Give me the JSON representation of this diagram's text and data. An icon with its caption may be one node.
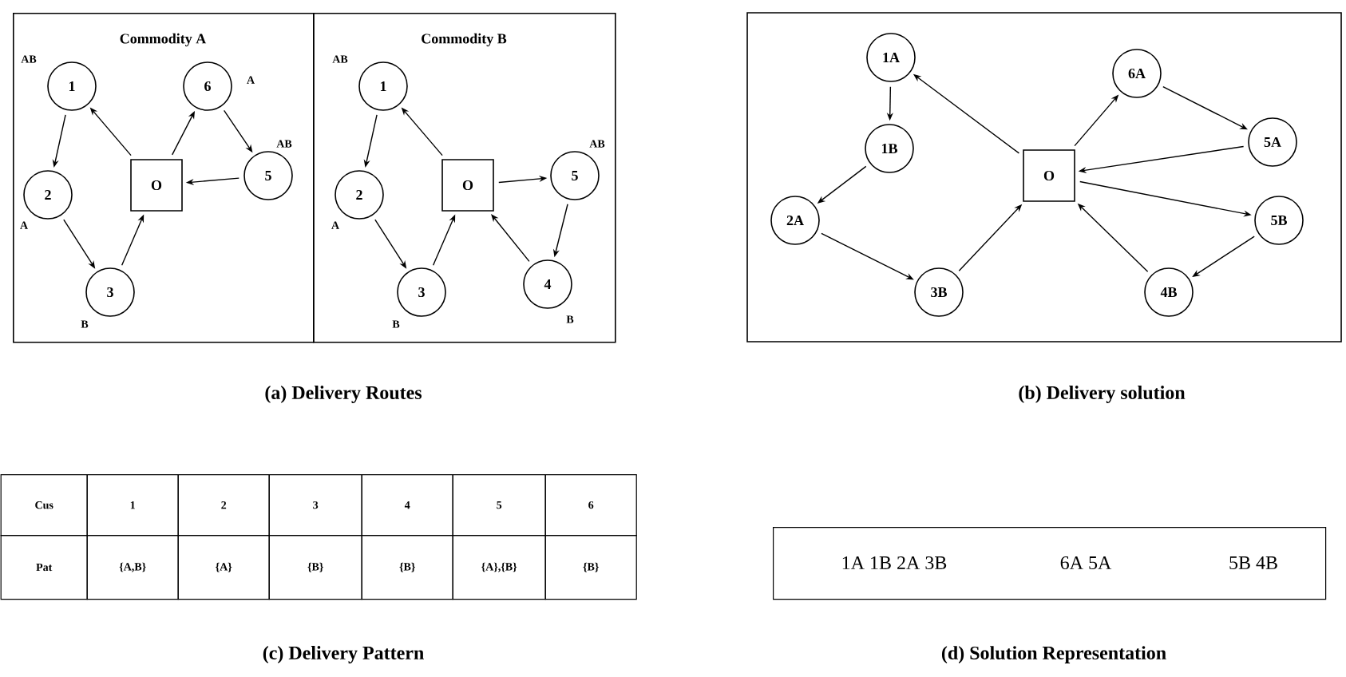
{
  "diagram": {
    "nodes": [
      {
        "text": [
          "Commodity A"
        ]
      },
      {
        "text": [
          "Commodity B"
        ]
      },
      {
        "text": [
          "1"
        ],
        "in": 0,
        "beside": [
          "AB"
        ]
      },
      {
        "text": [
          "2"
        ],
        "in": 0,
        "beside": [
          "A"
        ]
      },
      {
        "text": [
          "3"
        ],
        "in": 0,
        "beside": [
          "B"
        ]
      },
      {
        "text": [
          "O"
        ],
        "in": 0
      },
      {
        "text": [
          "6"
        ],
        "in": 0,
        "beside": [
          "A"
        ]
      },
      {
        "text": [
          "5"
        ],
        "in": 0,
        "beside": [
          "AB"
        ]
      },
      {
        "text": [
          "1"
        ],
        "in": 1,
        "beside": [
          "AB"
        ]
      },
      {
        "text": [
          "2"
        ],
        "in": 1,
        "beside": [
          "A"
        ]
      },
      {
        "text": [
          "3"
        ],
        "in": 1,
        "beside": [
          "B"
        ]
      },
      {
        "text": [
          "O"
        ],
        "in": 1
      },
      {
        "text": [
          "5"
        ],
        "in": 1,
        "beside": [
          "AB"
        ]
      },
      {
        "text": [
          "4"
        ],
        "in": 1,
        "beside": [
          "B"
        ]
      },
      {
        "text": [
          "1A"
        ]
      },
      {
        "text": [
          "1B"
        ]
      },
      {
        "text": [
          "2A"
        ]
      },
      {
        "text": [
          "3B"
        ]
      },
      {
        "text": [
          "O"
        ]
      },
      {
        "text": [
          "6A"
        ]
      },
      {
        "text": [
          "5A"
        ]
      },
      {
        "text": [
          "5B"
        ]
      },
      {
        "text": [
          "4B"
        ]
      },
      {
        "text": [
          "1A 1B 2A 3B",
          "6A 5A",
          "5B 4B"
        ]
      }
    ],
    "edges": [
      {
        "from": 5,
        "to": 2,
        "arrow": "to"
      },
      {
        "from": 2,
        "to": 3,
        "arrow": "to"
      },
      {
        "from": 3,
        "to": 4,
        "arrow": "to"
      },
      {
        "from": 4,
        "to": 5,
        "arrow": "to"
      },
      {
        "from": 5,
        "to": 6,
        "arrow": "to"
      },
      {
        "from": 6,
        "to": 7,
        "arrow": "to"
      },
      {
        "from": 7,
        "to": 5,
        "arrow": "to"
      },
      {
        "from": 11,
        "to": 8,
        "arrow": "to"
      },
      {
        "from": 8,
        "to": 9,
        "arrow": "to"
      },
      {
        "from": 9,
        "to": 10,
        "arrow": "to"
      },
      {
        "from": 10,
        "to": 11,
        "arrow": "to"
      },
      {
        "from": 11,
        "to": 12,
        "arrow": "to"
      },
      {
        "from": 12,
        "to": 13,
        "arrow": "to"
      },
      {
        "from": 13,
        "to": 11,
        "arrow": "to"
      },
      {
        "from": 18,
        "to": 14,
        "arrow": "to"
      },
      {
        "from": 14,
        "to": 15,
        "arrow": "to"
      },
      {
        "from": 15,
        "to": 16,
        "arrow": "to"
      },
      {
        "from": 16,
        "to": 17,
        "arrow": "to"
      },
      {
        "from": 17,
        "to": 18,
        "arrow": "to"
      },
      {
        "from": 18,
        "to": 19,
        "arrow": "to"
      },
      {
        "from": 19,
        "to": 20,
        "arrow": "to"
      },
      {
        "from": 20,
        "to": 18,
        "arrow": "to"
      },
      {
        "from": 18,
        "to": 21,
        "arrow": "to"
      },
      {
        "from": 21,
        "to": 22,
        "arrow": "to"
      },
      {
        "from": 22,
        "to": 18,
        "arrow": "to"
      }
    ],
    "labels": [
      "(a) Delivery Routes",
      "(b) Delivery solution",
      "Cus",
      "1",
      "2",
      "3",
      "4",
      "5",
      "6",
      "Pat",
      "{A,B}",
      "{A}",
      "{B}",
      "{B}",
      "{A},{B}",
      "{B}",
      "(c) Delivery Pattern",
      "(d) Solution Representation"
    ]
  }
}
